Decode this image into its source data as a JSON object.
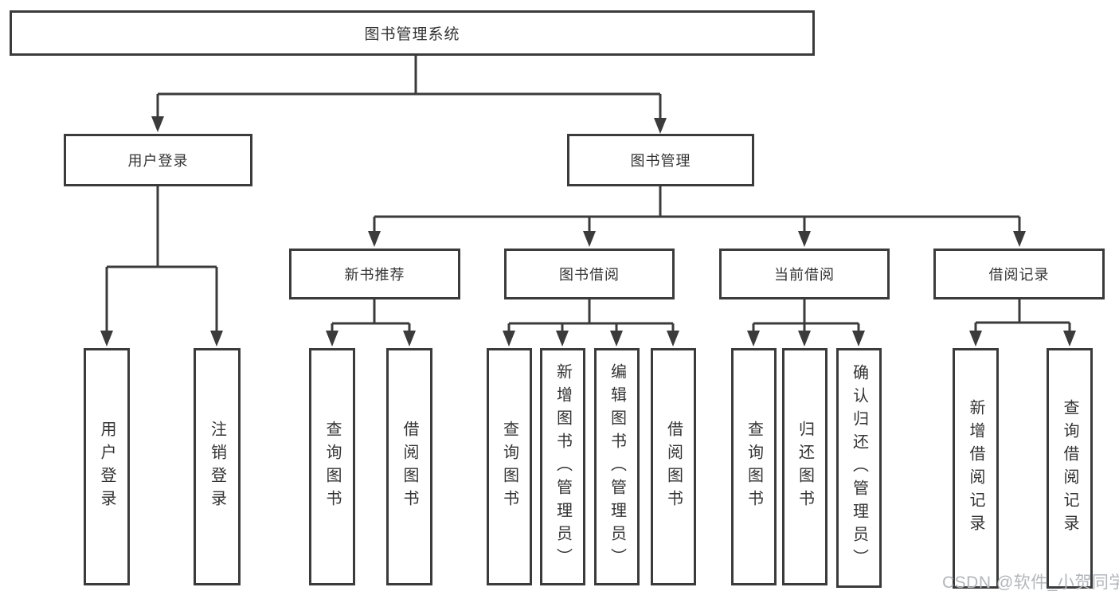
{
  "colors": {
    "line": "#3b3b3b",
    "text": "#333333",
    "watermark": "#b2b6bb",
    "box_bg": "#ffffff",
    "page_bg": "#ffffff"
  },
  "root": {
    "label": "图书管理系统"
  },
  "level2": [
    {
      "label": "用户登录"
    },
    {
      "label": "图书管理"
    }
  ],
  "level3": [
    {
      "label": "新书推荐"
    },
    {
      "label": "图书借阅"
    },
    {
      "label": "当前借阅"
    },
    {
      "label": "借阅记录"
    }
  ],
  "leaves": [
    {
      "label": "用户登录"
    },
    {
      "label": "注销登录"
    },
    {
      "label": "查询图书"
    },
    {
      "label": "借阅图书"
    },
    {
      "label": "查询图书"
    },
    {
      "label": "新增图书（管理员）"
    },
    {
      "label": "编辑图书（管理员）"
    },
    {
      "label": "借阅图书"
    },
    {
      "label": "查询图书"
    },
    {
      "label": "归还图书"
    },
    {
      "label": "确认归还（管理员）"
    },
    {
      "label": "新增借阅记录"
    },
    {
      "label": "查询借阅记录"
    }
  ],
  "watermark": {
    "text": "CSDN @软件_小贺同学"
  }
}
